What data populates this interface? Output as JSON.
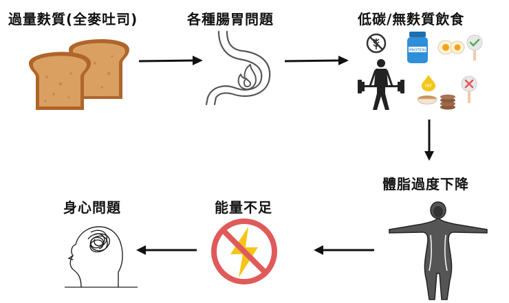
{
  "steps": {
    "excess_gluten": "過量麩質(全麥吐司)",
    "gut_problems": "各種腸胃問題",
    "low_carb_gluten_free": "低碳/無麩質飲食",
    "body_fat_drop": "體脂過度下降",
    "low_energy": "能量不足",
    "mind_body_problems": "身心問題"
  },
  "icons": {
    "protein_label": "PROTEIN",
    "fat_label": "FAT"
  },
  "colors": {
    "arrow": "#111111",
    "bread_crust": "#b0652a",
    "bread_crumb": "#d9a062",
    "no_sign": "#e05a5a",
    "bolt": "#f5c518",
    "protein": "#2f8fd8",
    "check": "#4caf50"
  }
}
